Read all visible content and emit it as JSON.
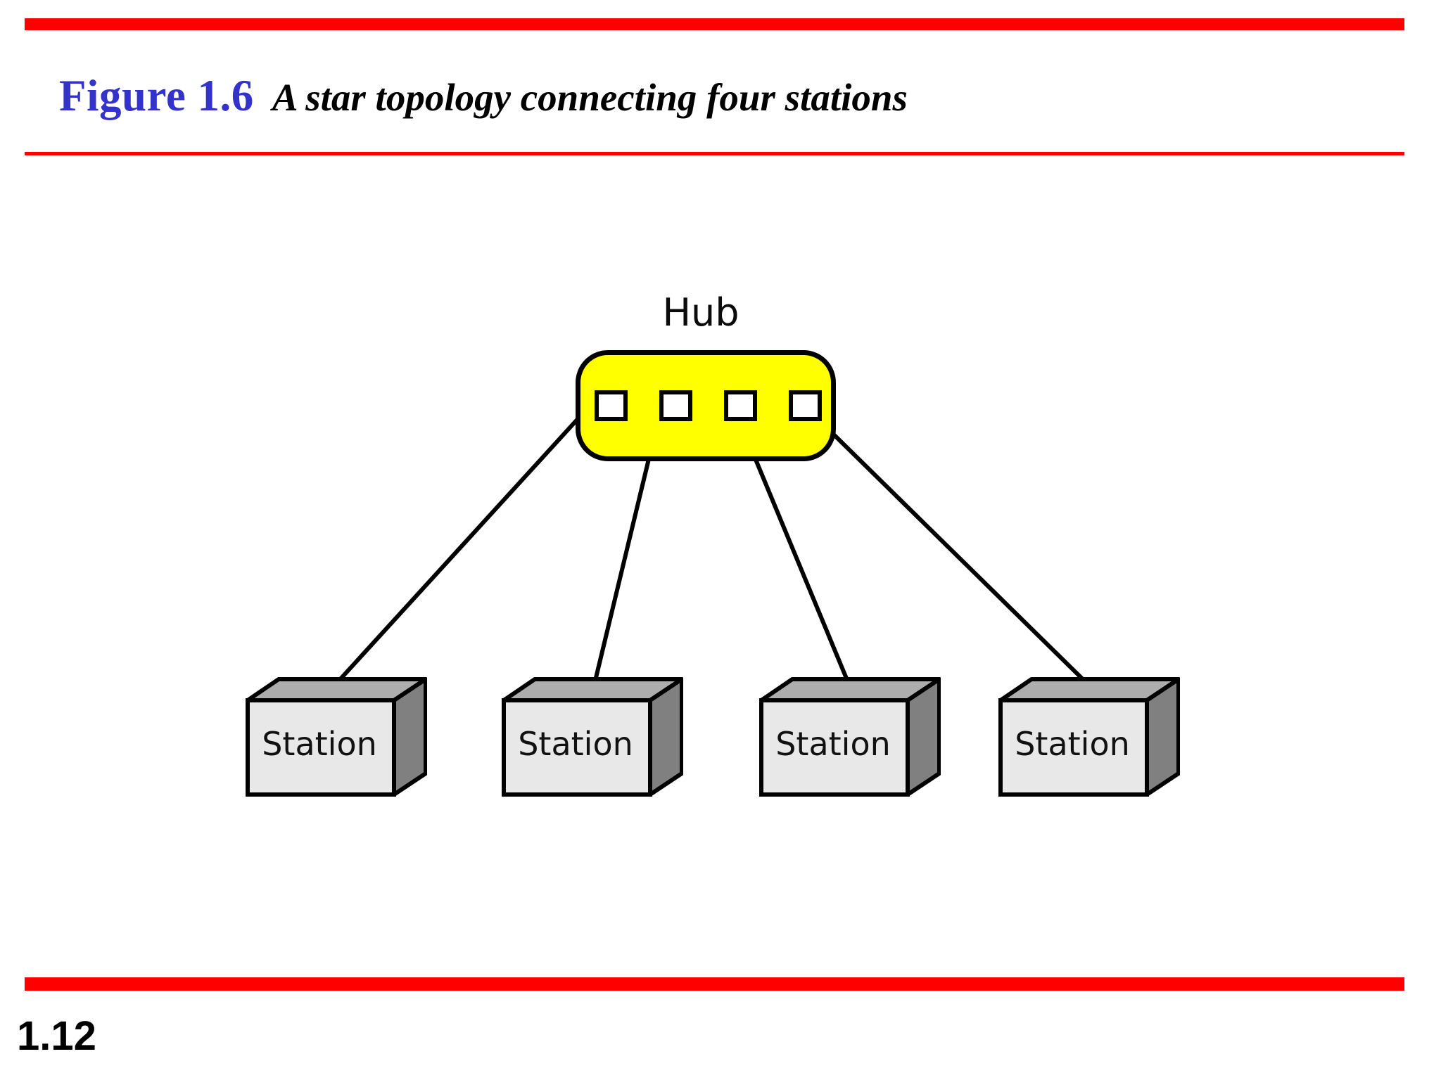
{
  "slide": {
    "figure_number": "Figure 1.6",
    "caption": "A star topology connecting four stations",
    "page_number": "1.12"
  },
  "colors": {
    "rule_red": "#fe0000",
    "figure_number_blue": "#3333cc",
    "hub_fill": "#ffff00",
    "hub_stroke": "#000000",
    "port_fill": "#ffffff",
    "station_front": "#e8e8e8",
    "station_top": "#adadad",
    "station_side": "#808080",
    "link_stroke": "#000000",
    "background": "#ffffff"
  },
  "diagram": {
    "type": "network-topology",
    "topology": "star",
    "hub": {
      "label": "Hub",
      "port_count": 4,
      "ports": [
        {
          "name": "port-1"
        },
        {
          "name": "port-2"
        },
        {
          "name": "port-3"
        },
        {
          "name": "port-4"
        }
      ]
    },
    "stations": [
      {
        "label": "Station"
      },
      {
        "label": "Station"
      },
      {
        "label": "Station"
      },
      {
        "label": "Station"
      }
    ],
    "links": [
      {
        "from": "port-1",
        "to": "station-1"
      },
      {
        "from": "port-2",
        "to": "station-2"
      },
      {
        "from": "port-3",
        "to": "station-3"
      },
      {
        "from": "port-4",
        "to": "station-4"
      }
    ]
  }
}
